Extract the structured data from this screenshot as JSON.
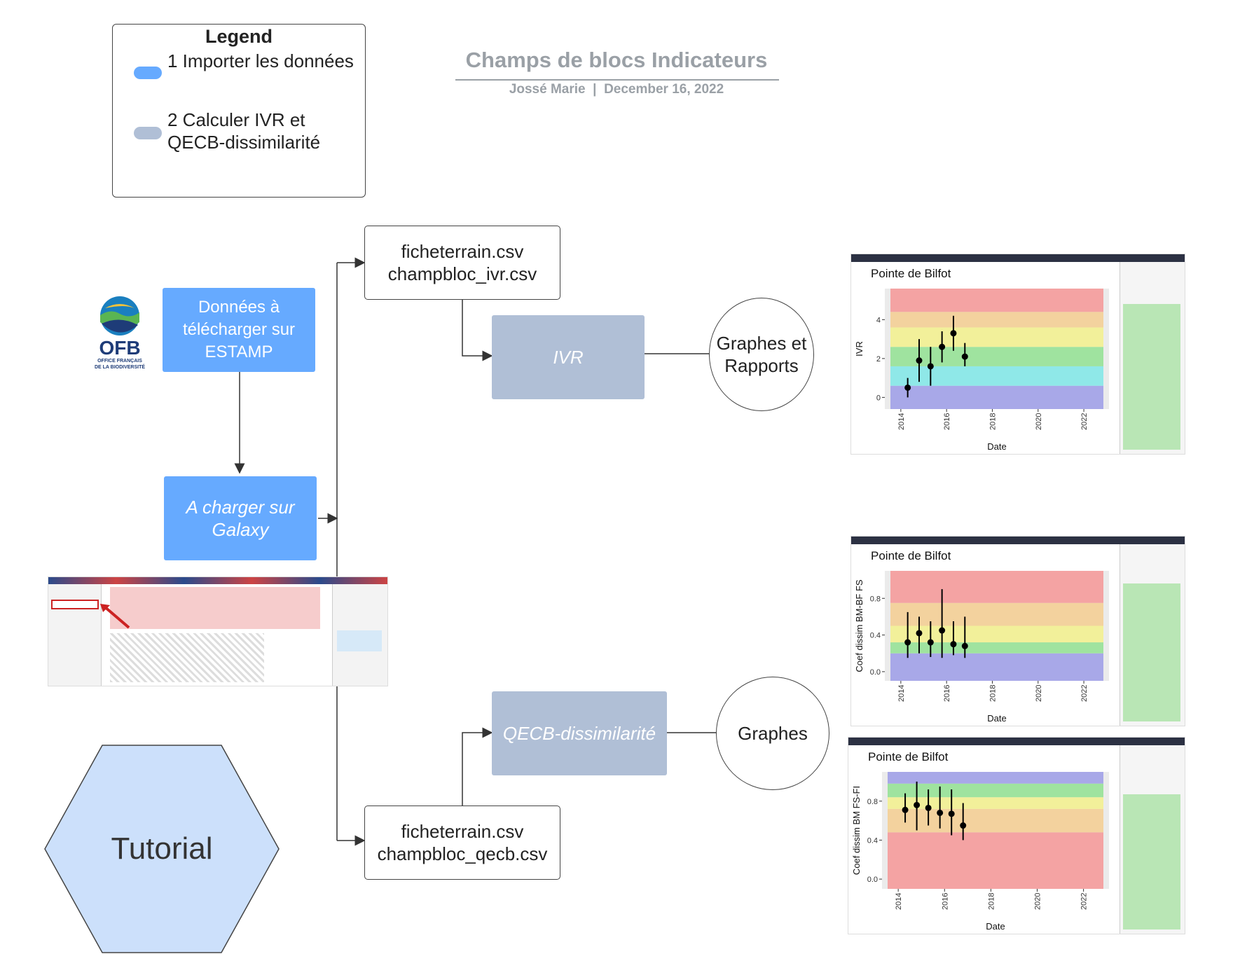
{
  "legend": {
    "title": "Legend",
    "items": [
      {
        "label": "1 Importer les données",
        "color": "#66aaff"
      },
      {
        "label": "2 Calculer IVR et QECB-dissimilarité",
        "color": "#b0bfd6"
      }
    ]
  },
  "header": {
    "title": "Champs de blocs Indicateurs",
    "author": "Jossé Marie",
    "separator": "|",
    "date": "December 16, 2022"
  },
  "nodes": {
    "estamp": "Données à télécharger sur ESTAMP",
    "galaxy": "A charger sur Galaxy",
    "ivr_files": {
      "line1": "ficheterrain.csv",
      "line2": "champbloc_ivr.csv"
    },
    "ivr": "IVR",
    "qecb_files": {
      "line1": "ficheterrain.csv",
      "line2": "champbloc_qecb.csv"
    },
    "qecb": "QECB-dissimilarité",
    "graphes_rapports": {
      "line1": "Graphes et",
      "line2": "Rapports"
    },
    "graphes": "Graphes",
    "tutorial": "Tutorial"
  },
  "logo": {
    "name": "OFB",
    "line1": "OFFICE FRANÇAIS",
    "line2": "DE LA BIODIVERSITÉ"
  },
  "screens": [
    {
      "plot_title": "Pointe de Bilfot",
      "ylabel": "IVR",
      "xlabel": "Date"
    },
    {
      "plot_title": "Pointe de Bilfot",
      "ylabel": "Coef dissim BM-BF FS",
      "xlabel": "Date"
    },
    {
      "plot_title": "Pointe de Bilfot",
      "ylabel": "Coef dissim BM FS-FI",
      "xlabel": "Date"
    }
  ],
  "chart_data": [
    {
      "type": "scatter",
      "title": "Pointe de Bilfot",
      "xlabel": "Date",
      "ylabel": "IVR",
      "x_ticks": [
        "2014",
        "2016",
        "2018",
        "2020",
        "2022"
      ],
      "y_ticks": [
        0,
        2,
        4
      ],
      "ylim": [
        -0.6,
        5.6
      ],
      "bands": [
        {
          "from": -0.6,
          "to": 0.6,
          "color": "#a8a8e8"
        },
        {
          "from": 0.6,
          "to": 1.6,
          "color": "#8fe8e8"
        },
        {
          "from": 1.6,
          "to": 2.6,
          "color": "#9fe39f"
        },
        {
          "from": 2.6,
          "to": 3.6,
          "color": "#f2f09a"
        },
        {
          "from": 3.6,
          "to": 4.4,
          "color": "#f3d29e"
        },
        {
          "from": 4.4,
          "to": 5.6,
          "color": "#f4a3a3"
        }
      ],
      "means": [
        {
          "x": 2014.3,
          "y": 0.5,
          "lo": 0.0,
          "hi": 1.0
        },
        {
          "x": 2014.8,
          "y": 1.9,
          "lo": 0.8,
          "hi": 3.0
        },
        {
          "x": 2015.3,
          "y": 1.6,
          "lo": 0.6,
          "hi": 2.6
        },
        {
          "x": 2015.8,
          "y": 2.6,
          "lo": 1.8,
          "hi": 3.4
        },
        {
          "x": 2016.3,
          "y": 3.3,
          "lo": 2.4,
          "hi": 4.2
        },
        {
          "x": 2016.8,
          "y": 2.1,
          "lo": 1.6,
          "hi": 2.8
        }
      ]
    },
    {
      "type": "scatter",
      "title": "Pointe de Bilfot",
      "xlabel": "Date",
      "ylabel": "Coef dissim BM-BF FS",
      "x_ticks": [
        "2014",
        "2016",
        "2018",
        "2020",
        "2022"
      ],
      "y_ticks": [
        0.0,
        0.4,
        0.8
      ],
      "ylim": [
        -0.1,
        1.1
      ],
      "bands": [
        {
          "from": -0.1,
          "to": 0.2,
          "color": "#a8a8e8"
        },
        {
          "from": 0.2,
          "to": 0.32,
          "color": "#9fe39f"
        },
        {
          "from": 0.32,
          "to": 0.5,
          "color": "#f2f09a"
        },
        {
          "from": 0.5,
          "to": 0.75,
          "color": "#f3d29e"
        },
        {
          "from": 0.75,
          "to": 1.1,
          "color": "#f4a3a3"
        }
      ],
      "means": [
        {
          "x": 2014.3,
          "y": 0.32,
          "lo": 0.15,
          "hi": 0.65
        },
        {
          "x": 2014.8,
          "y": 0.42,
          "lo": 0.2,
          "hi": 0.6
        },
        {
          "x": 2015.3,
          "y": 0.32,
          "lo": 0.16,
          "hi": 0.55
        },
        {
          "x": 2015.8,
          "y": 0.45,
          "lo": 0.15,
          "hi": 0.9
        },
        {
          "x": 2016.3,
          "y": 0.3,
          "lo": 0.18,
          "hi": 0.55
        },
        {
          "x": 2016.8,
          "y": 0.28,
          "lo": 0.15,
          "hi": 0.6
        }
      ]
    },
    {
      "type": "scatter",
      "title": "Pointe de Bilfot",
      "xlabel": "Date",
      "ylabel": "Coef dissim BM FS-FI",
      "x_ticks": [
        "2014",
        "2016",
        "2018",
        "2020",
        "2022"
      ],
      "y_ticks": [
        0.0,
        0.4,
        0.8
      ],
      "ylim": [
        -0.1,
        1.1
      ],
      "bands": [
        {
          "from": -0.1,
          "to": 0.48,
          "color": "#f4a3a3"
        },
        {
          "from": 0.48,
          "to": 0.72,
          "color": "#f3d29e"
        },
        {
          "from": 0.72,
          "to": 0.84,
          "color": "#f2f09a"
        },
        {
          "from": 0.84,
          "to": 0.98,
          "color": "#9fe39f"
        },
        {
          "from": 0.98,
          "to": 1.1,
          "color": "#a8a8e8"
        }
      ],
      "means": [
        {
          "x": 2014.3,
          "y": 0.71,
          "lo": 0.58,
          "hi": 0.88
        },
        {
          "x": 2014.8,
          "y": 0.76,
          "lo": 0.5,
          "hi": 1.0
        },
        {
          "x": 2015.3,
          "y": 0.73,
          "lo": 0.55,
          "hi": 0.92
        },
        {
          "x": 2015.8,
          "y": 0.68,
          "lo": 0.52,
          "hi": 0.95
        },
        {
          "x": 2016.3,
          "y": 0.67,
          "lo": 0.45,
          "hi": 0.92
        },
        {
          "x": 2016.8,
          "y": 0.55,
          "lo": 0.4,
          "hi": 0.78
        }
      ]
    }
  ]
}
